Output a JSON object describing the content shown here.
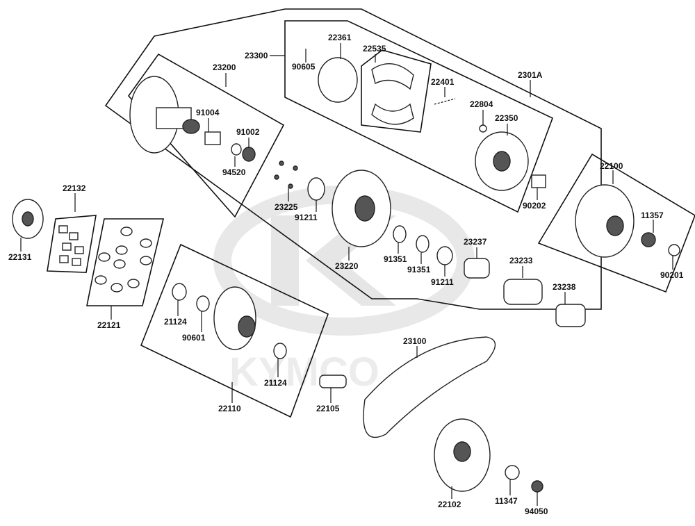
{
  "watermark": {
    "text": "KYMCO"
  },
  "part_numbers": {
    "p22132": "22132",
    "p22131": "22131",
    "p22121": "22121",
    "p23300": "23300",
    "p23200": "23200",
    "p91004": "91004",
    "p91002": "91002",
    "p94520": "94520",
    "p22361": "22361",
    "p22535": "22535",
    "p90605": "90605",
    "p22401": "22401",
    "p22804": "22804",
    "p2301A": "2301A",
    "p22350": "22350",
    "p90202": "90202",
    "p22100": "22100",
    "p11357": "11357",
    "p90201": "90201",
    "p23225": "23225",
    "p91211a": "91211",
    "p23220": "23220",
    "p91351a": "91351",
    "p91351b": "91351",
    "p91211b": "91211",
    "p23237": "23237",
    "p23233": "23233",
    "p23238": "23238",
    "p21124a": "21124",
    "p90601": "90601",
    "p21124b": "21124",
    "p22110": "22110",
    "p22105": "22105",
    "p23100": "23100",
    "p22102": "22102",
    "p11347": "11347",
    "p94050": "94050"
  }
}
